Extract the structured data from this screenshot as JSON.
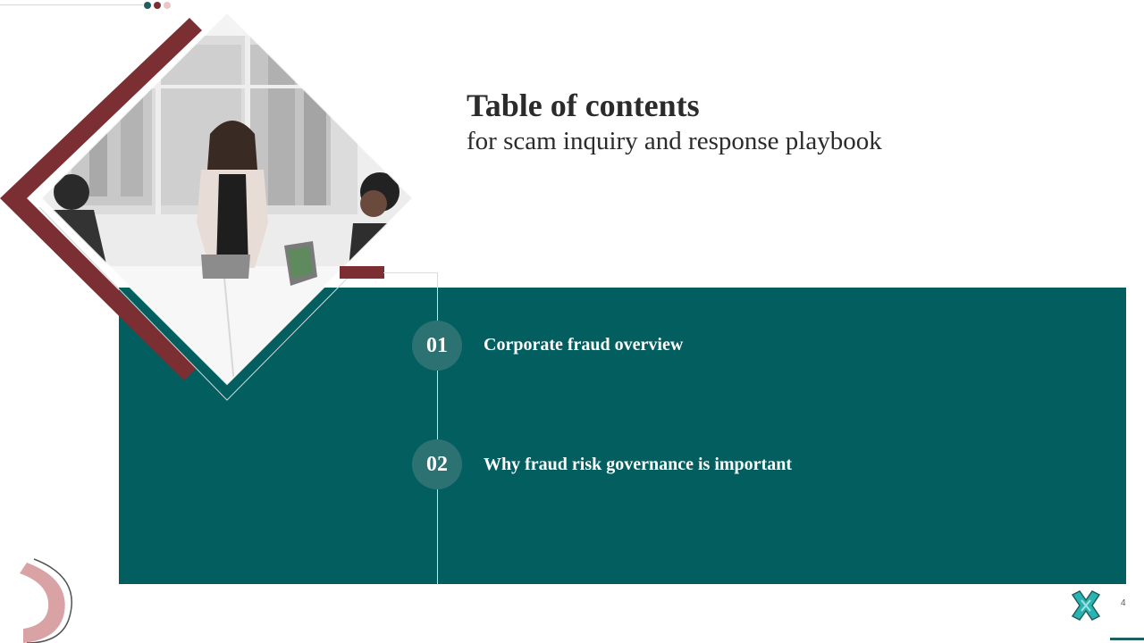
{
  "slide": {
    "title": "Table of contents",
    "subtitle": "for scam inquiry and response playbook",
    "page_number": "4"
  },
  "items": [
    {
      "number": "01",
      "label": "Corporate fraud overview"
    },
    {
      "number": "02",
      "label": "Why fraud risk governance is important"
    }
  ],
  "colors": {
    "teal": "#025e5f",
    "teal_light": "#2d7273",
    "maroon": "#7b2f33",
    "pink": "#e9c7c8",
    "aqua": "#2bb3b1"
  },
  "icons": {
    "decorative_x": "x-cross-icon",
    "decorative_arc": "arc-shape"
  }
}
